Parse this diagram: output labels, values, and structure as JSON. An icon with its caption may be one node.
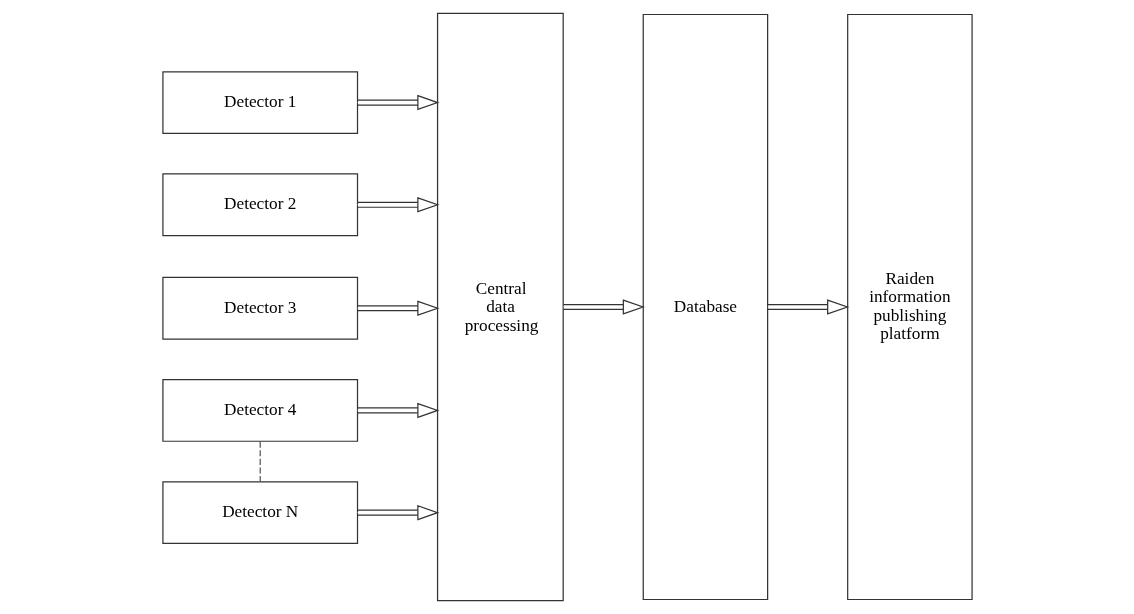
{
  "diagram": {
    "nodes": [
      {
        "text": [
          "Detector 1"
        ]
      },
      {
        "text": [
          "Detector 2"
        ]
      },
      {
        "text": [
          "Detector 3"
        ]
      },
      {
        "text": [
          "Detector 4"
        ]
      },
      {
        "text": [
          "Detector N"
        ]
      },
      {
        "text": [
          "Central data processing"
        ]
      },
      {
        "text": [
          "Database"
        ]
      },
      {
        "text": [
          "Raiden information publishing platform"
        ]
      }
    ],
    "edges": [
      {
        "from": 0,
        "to": 5,
        "arrow": "to"
      },
      {
        "from": 1,
        "to": 5,
        "arrow": "to"
      },
      {
        "from": 2,
        "to": 5,
        "arrow": "to"
      },
      {
        "from": 3,
        "to": 5,
        "arrow": "to"
      },
      {
        "from": 3,
        "to": 4,
        "arrow": "none",
        "style": "dashed",
        "color": "#555555"
      },
      {
        "from": 4,
        "to": 5,
        "arrow": "to"
      },
      {
        "from": 5,
        "to": 6,
        "arrow": "to"
      },
      {
        "from": 6,
        "to": 7,
        "arrow": "to"
      }
    ]
  }
}
